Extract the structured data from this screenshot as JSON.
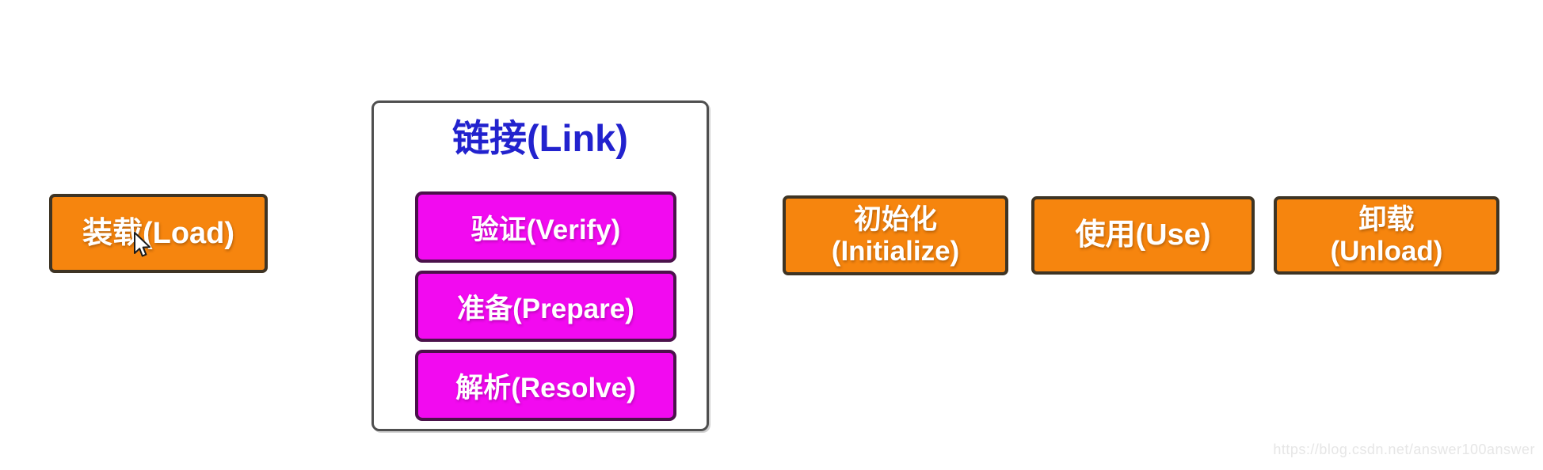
{
  "diagram": {
    "description": "JVM class lifecycle stages",
    "stages": {
      "load": {
        "label": "装载(Load)"
      },
      "link": {
        "title": "链接(Link)",
        "substages": [
          {
            "label": "验证(Verify)"
          },
          {
            "label": "准备(Prepare)"
          },
          {
            "label": "解析(Resolve)"
          }
        ]
      },
      "initialize": {
        "line1": "初始化",
        "line2": "(Initialize)"
      },
      "use": {
        "label": "使用(Use)"
      },
      "unload": {
        "line1": "卸载",
        "line2": "(Unload)"
      }
    },
    "colors": {
      "stage_fill": "#F6850E",
      "stage_border": "#3E3424",
      "substage_fill": "#F20AF0",
      "substage_border": "#4B124B",
      "link_title_text": "#2222CE",
      "link_box_border": "#4F4F4F",
      "stage_text": "#FFFFFF",
      "background": "#FFFFFF",
      "watermark_text": "#E6E6E6"
    }
  },
  "watermark": {
    "text": "https://blog.csdn.net/answer100answer"
  }
}
